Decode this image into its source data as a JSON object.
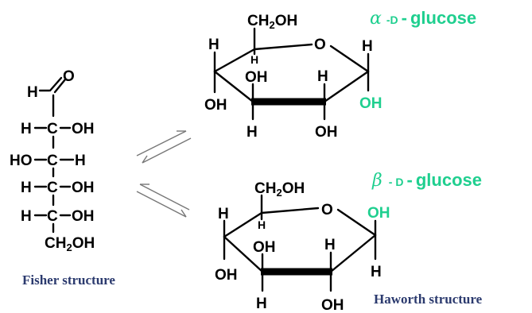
{
  "fisher": {
    "c1_h": "H",
    "c1_o": "O",
    "rows": [
      {
        "left": "H",
        "c": "C",
        "right": "OH"
      },
      {
        "left": "HO",
        "c": "C",
        "right": "H"
      },
      {
        "left": "H",
        "c": "C",
        "right": "OH"
      },
      {
        "left": "H",
        "c": "C",
        "right": "OH"
      }
    ],
    "bottom": {
      "ch": "CH",
      "sub": "2",
      "oh": "OH"
    },
    "caption": "Fisher structure"
  },
  "alpha": {
    "greek": "α",
    "d": "D",
    "dash1": "-",
    "dash2": "-",
    "name": "glucose",
    "ch2oh": {
      "ch": "CH",
      "sub": "2",
      "oh": "OH"
    },
    "ring_o": "O",
    "c1_top": "H",
    "c1_bottom": "OH",
    "c2_top": "H",
    "c2_bottom": "OH",
    "c3_top": "OH",
    "c3_bottom": "H",
    "c4_top": "H",
    "c4_bottom": "OH",
    "c5_h": "H"
  },
  "beta": {
    "greek": "β",
    "d": "D",
    "dash1": "-",
    "dash2": "-",
    "name": "glucose",
    "ch2oh": {
      "ch": "CH",
      "sub": "2",
      "oh": "OH"
    },
    "ring_o": "O",
    "c1_top": "OH",
    "c1_bottom": "H",
    "c2_top": "H",
    "c2_bottom": "OH",
    "c3_top": "OH",
    "c3_bottom": "H",
    "c4_top": "H",
    "c4_bottom": "OH",
    "c5_h": "H",
    "caption": "Haworth structure"
  }
}
